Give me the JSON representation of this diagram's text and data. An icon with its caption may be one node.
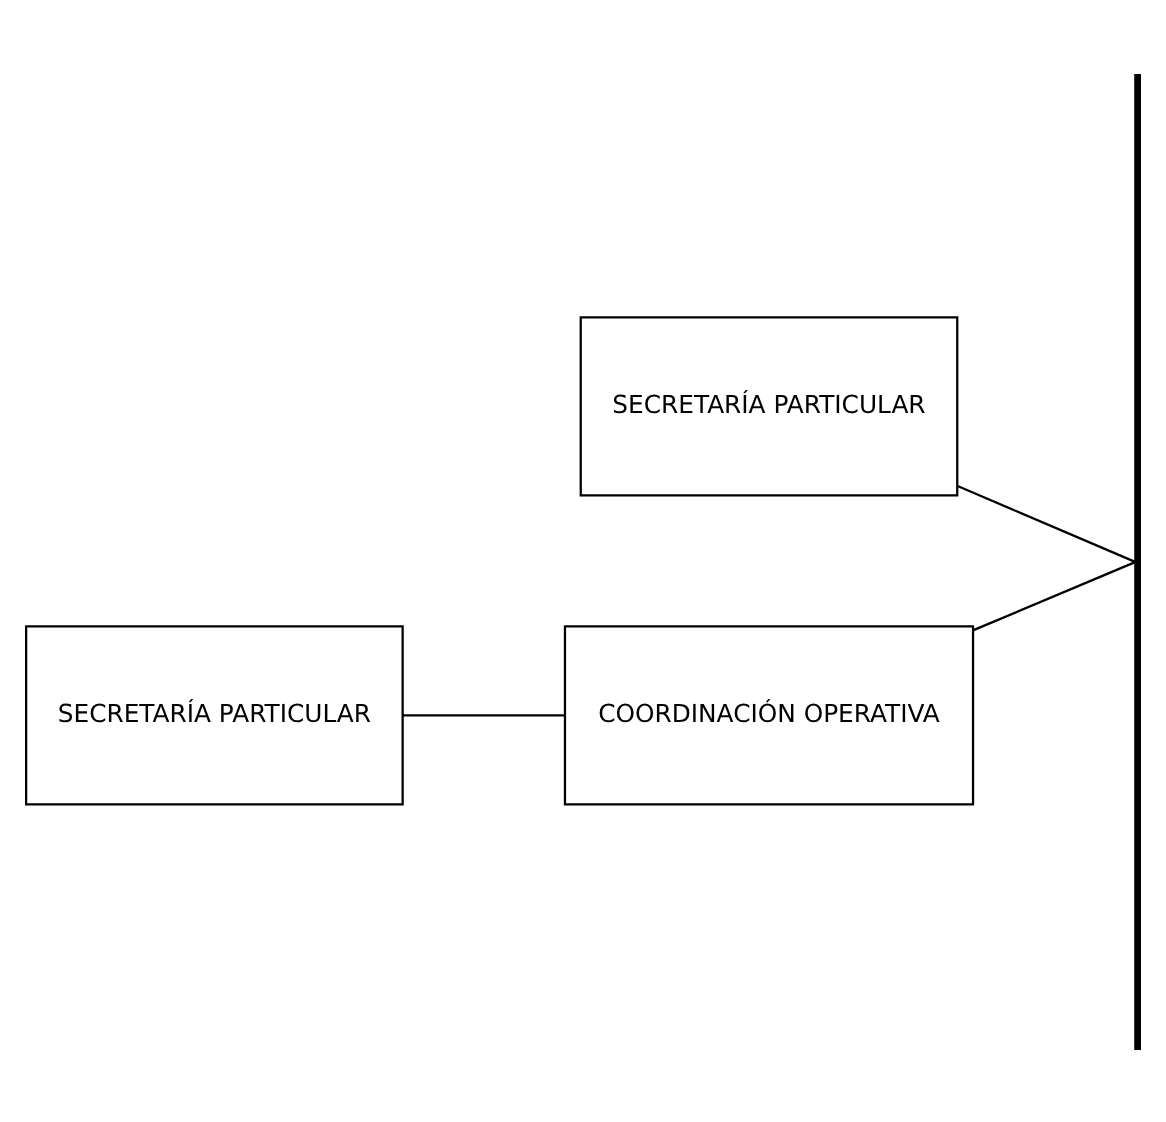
{
  "diagram": {
    "nodes": [
      {
        "text": [],
        "shape": "bar"
      },
      {
        "text": [
          "SECRETARÍA PARTICULAR"
        ]
      },
      {
        "text": [
          "SECRETARÍA PARTICULAR"
        ]
      },
      {
        "text": [
          "COORDINACIÓN OPERATIVA"
        ]
      }
    ],
    "edges": [
      {
        "from": 1,
        "to": 0,
        "arrow": "none"
      },
      {
        "from": 3,
        "to": 0,
        "arrow": "none"
      },
      {
        "from": 2,
        "to": 3,
        "arrow": "none"
      }
    ]
  }
}
